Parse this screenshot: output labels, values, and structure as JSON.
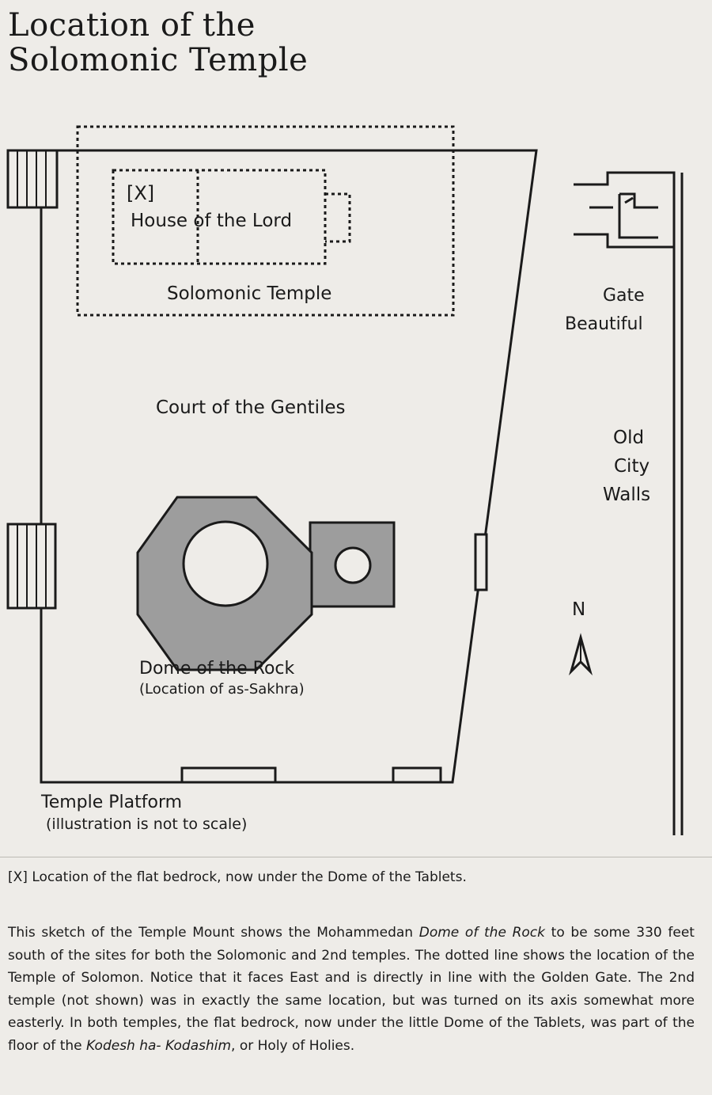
{
  "title": {
    "line1": "Location of the",
    "line2": "Solomonic Temple"
  },
  "diagram": {
    "x_marker": "[X]",
    "house_label": "House of the Lord",
    "solomonic_label": "Solomonic Temple",
    "court_label": "Court of the Gentiles",
    "dome_label": "Dome of the Rock",
    "dome_sublabel": "(Location of as-Sakhra)",
    "gate_label_1": "Gate",
    "gate_label_2": "Beautiful",
    "walls_label_1": "Old",
    "walls_label_2": "City",
    "walls_label_3": "Walls",
    "north_label": "N",
    "platform_label": "Temple Platform",
    "platform_note": "(illustration is not to scale)"
  },
  "footnote": {
    "marker": "[X]",
    "text": "Location of the flat bedrock, now under the Dome of the Tablets."
  },
  "caption": {
    "p1": "This sketch of the Temple Mount shows the Mohammedan ",
    "p1_em": "Dome of the Rock",
    "p2": " to be some 330 feet south of the sites for both the Solomonic and 2nd temples. The dotted line shows the location of the Temple of Solomon. Notice that it faces East and is directly in line with the Golden Gate. The 2nd temple (not shown) was in exactly the same location, but was turned on its axis somewhat more easterly. In both temples, the flat bedrock, now under the little Dome of the Tablets, was part of the floor of the ",
    "p2_em": "Kodesh ha- Kodashim",
    "p3": ", or Holy of Holies."
  },
  "colors": {
    "background": "#eeece8",
    "ink": "#1a1a1a",
    "dome_fill": "#9d9d9d"
  }
}
